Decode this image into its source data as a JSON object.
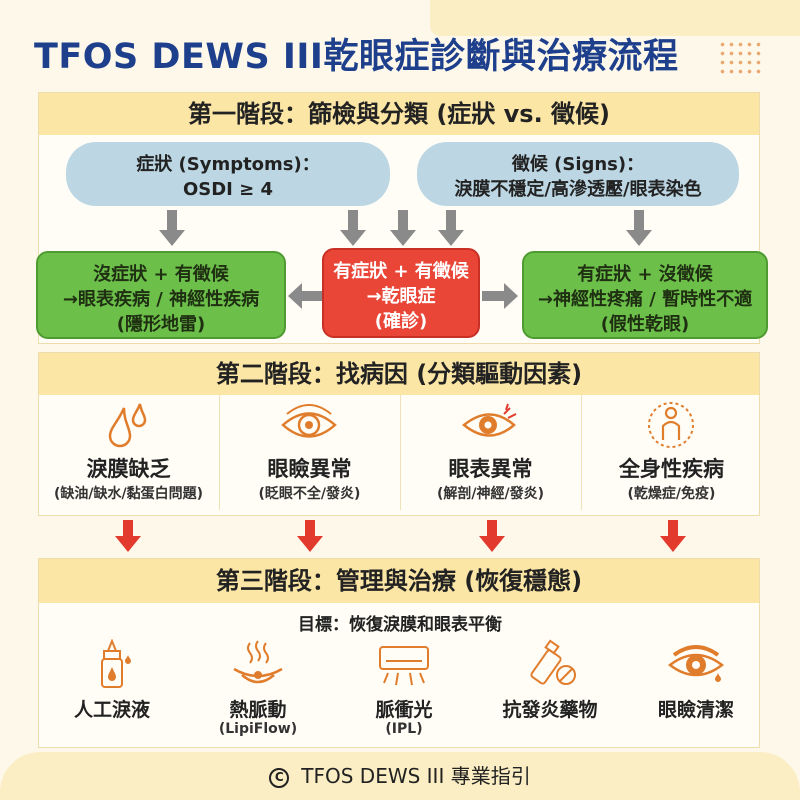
{
  "title": "TFOS DEWS III乾眼症診斷與治療流程",
  "stage1": {
    "heading": "第一階段：篩檢與分類 (症狀 vs. 徵候)",
    "symptoms": {
      "line1": "症狀 (Symptoms)：",
      "line2": "OSDI ≥ 4"
    },
    "signs": {
      "line1": "徵候 (Signs)：",
      "line2": "淚膜不穩定/高滲透壓/眼表染色"
    },
    "left": {
      "line1": "沒症狀 + 有徵候",
      "line2": "→眼表疾病 / 神經性疾病",
      "line3": "(隱形地雷)"
    },
    "center": {
      "line1": "有症狀 + 有徵候",
      "line2": "→乾眼症",
      "line3": "(確診)"
    },
    "right": {
      "line1": "有症狀 + 沒徵候",
      "line2": "→神經性疼痛 / 暫時性不適",
      "line3": "(假性乾眼)"
    }
  },
  "stage2": {
    "heading": "第二階段：找病因 (分類驅動因素)",
    "causes": [
      {
        "name": "淚膜缺乏",
        "sub": "(缺油/缺水/黏蛋白問題)",
        "icon": "drops-icon"
      },
      {
        "name": "眼瞼異常",
        "sub": "(眨眼不全/發炎)",
        "icon": "eye-icon"
      },
      {
        "name": "眼表異常",
        "sub": "(解剖/神經/發炎)",
        "icon": "irritated-eye-icon"
      },
      {
        "name": "全身性疾病",
        "sub": "(乾燥症/免疫)",
        "icon": "body-icon"
      }
    ]
  },
  "stage3": {
    "heading": "第三階段：管理與治療 (恢復穩態)",
    "goal": "目標：恢復淚膜和眼表平衡",
    "treatments": [
      {
        "name": "人工淚液",
        "sub": "",
        "icon": "eyedrop-bottle-icon"
      },
      {
        "name": "熱脈動",
        "sub": "(LipiFlow)",
        "icon": "heat-pulse-icon"
      },
      {
        "name": "脈衝光",
        "sub": "(IPL)",
        "icon": "ipl-device-icon"
      },
      {
        "name": "抗發炎藥物",
        "sub": "",
        "icon": "medicine-icon"
      },
      {
        "name": "眼瞼清潔",
        "sub": "",
        "icon": "eyelid-icon"
      }
    ]
  },
  "footer": {
    "symbol": "C",
    "text": "TFOS DEWS III 專業指引"
  },
  "colors": {
    "title": "#1d3f8c",
    "band": "#fbe6a6",
    "green": "#6cc04a",
    "red": "#ea4637",
    "oval": "#bcd7e3",
    "icon": "#e07d2c",
    "arrow_gray": "#8a8a8a",
    "arrow_red": "#e23b2e"
  }
}
